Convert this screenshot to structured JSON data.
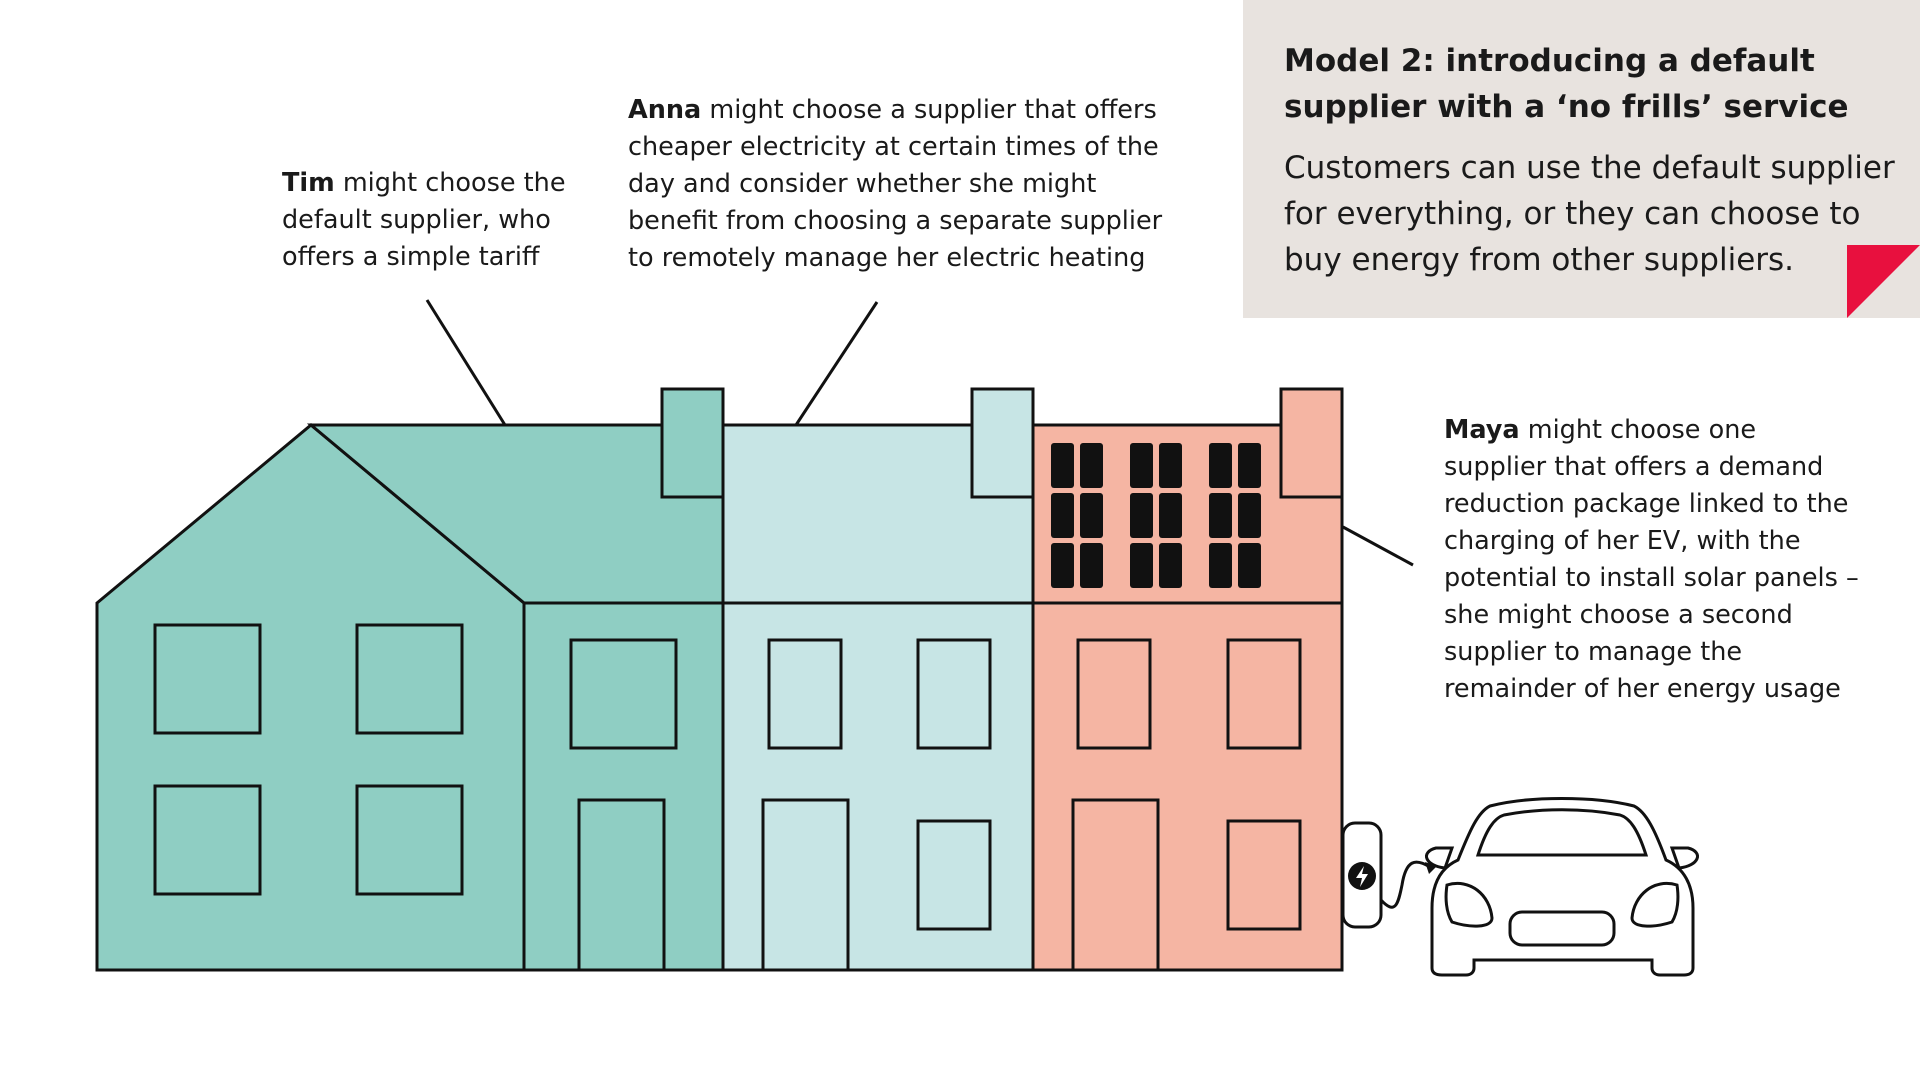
{
  "info": {
    "title": "Model 2: introducing a default supplier with a ‘no frills’ service",
    "body": "Customers can use the default supplier for everything, or they can choose to buy energy from other suppliers.",
    "accent_color": "#e8103e",
    "background_color": "#e8e3df"
  },
  "captions": {
    "tim": {
      "name": "Tim",
      "text": " might choose the default supplier, who offers a simple tariff"
    },
    "anna": {
      "name": "Anna",
      "text": " might choose a supplier that offers cheaper electricity at certain times of the day and consider whether she might benefit from choosing a separate supplier to remotely manage her electric heating"
    },
    "maya": {
      "name": "Maya",
      "text": " might choose one supplier that offers a demand reduction package linked to the charging of her EV, with the potential to install solar panels – she might choose a second supplier to manage the remainder of her energy usage"
    }
  },
  "house_colors": {
    "tim": "#8fcec3",
    "anna": "#c7e5e5",
    "maya": "#f5b5a3"
  },
  "icons": [
    "solar-panel-icon",
    "ev-charger-icon",
    "lightning-icon",
    "car-icon"
  ]
}
